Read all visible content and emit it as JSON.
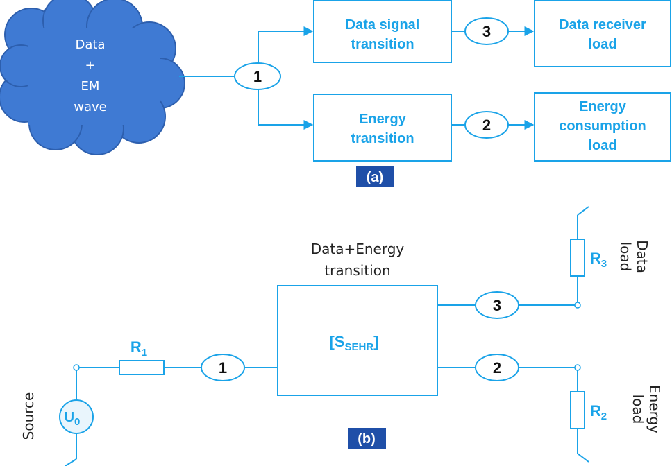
{
  "colors": {
    "line": "#1aa3e8",
    "cloud_fill": "#3f7ad3",
    "cloud_stroke": "#2d5fae",
    "badge": "#1f4fa8",
    "source_fill": "#e9f5fc"
  },
  "part_a": {
    "cloud_lines": [
      "Data",
      "+",
      "EM",
      "wave"
    ],
    "port1": "1",
    "port2": "2",
    "port3": "3",
    "data_signal_box": [
      "Data signal",
      "transition"
    ],
    "data_receiver_box": [
      "Data receiver",
      "load"
    ],
    "energy_transition_box": [
      "Energy",
      "transition"
    ],
    "energy_consumption_box": [
      "Energy",
      "consumption",
      "load"
    ],
    "badge": "(a)"
  },
  "part_b": {
    "block_title": [
      "Data+Energy",
      "transition"
    ],
    "block_label_main": "[S",
    "block_label_sub": "SEHR",
    "block_label_close": "]",
    "port1": "1",
    "port2": "2",
    "port3": "3",
    "r1": {
      "main": "R",
      "sub": "1"
    },
    "r2": {
      "main": "R",
      "sub": "2"
    },
    "r3": {
      "main": "R",
      "sub": "3"
    },
    "source_symbol": {
      "main": "U",
      "sub": "0"
    },
    "source_label": "Source",
    "data_load_label": [
      "Data",
      "load"
    ],
    "energy_load_label": [
      "Energy",
      "load"
    ],
    "badge": "(b)"
  }
}
